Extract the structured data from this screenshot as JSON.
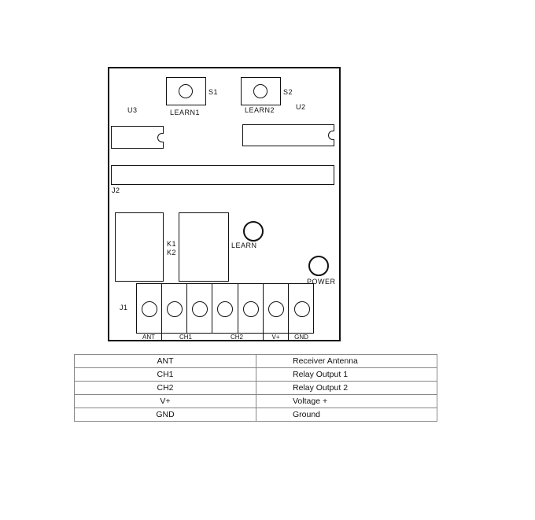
{
  "board": {
    "s1_label": "S1",
    "s2_label": "S2",
    "learn1_label": "LEARN1",
    "learn2_label": "LEARN2",
    "u3_label": "U3",
    "u2_label": "U2",
    "j2_label": "J2",
    "k1_label": "K1",
    "k2_label": "K2",
    "learn_label": "LEARN",
    "power_label": "POWER",
    "j1_label": "J1",
    "terminal_labels": {
      "ant": "ANT",
      "ch1": "CH1",
      "ch2": "CH2",
      "vplus": "V+",
      "gnd": "GND"
    }
  },
  "legend_table": [
    {
      "pin": "ANT",
      "description": "Receiver  Antenna"
    },
    {
      "pin": "CH1",
      "description": "Relay Output 1"
    },
    {
      "pin": "CH2",
      "description": "Relay Output 2"
    },
    {
      "pin": "V+",
      "description": "Voltage +"
    },
    {
      "pin": "GND",
      "description": "Ground"
    }
  ]
}
